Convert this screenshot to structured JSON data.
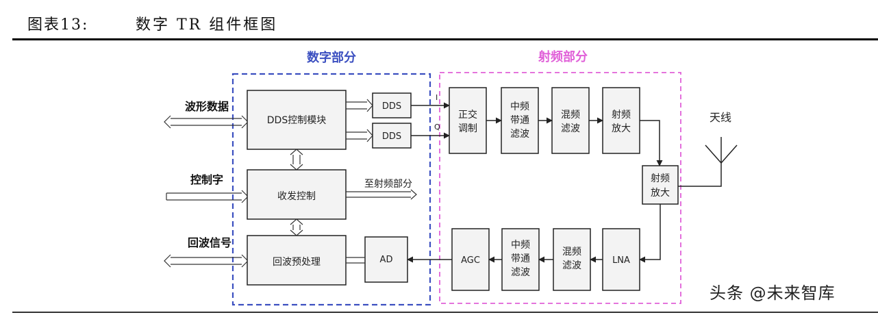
{
  "title": {
    "label": "图表13:",
    "name": "数字 TR 组件框图"
  },
  "sections": {
    "digital": "数字部分",
    "rf": "射频部分"
  },
  "colors": {
    "digital": "#3b4fc0",
    "rf": "#e060d8",
    "block_fill": "#f3f3f3",
    "line": "#222222"
  },
  "inputs": {
    "waveform": "波形数据",
    "control": "控制字",
    "echo": "回波信号"
  },
  "blocks": {
    "dds_control": "DDS控制模块",
    "dds1": "DDS",
    "dds2": "DDS",
    "txrx_control": "收发控制",
    "echo_pre": "回波预处理",
    "ad": "AD",
    "quad_l1": "正交",
    "quad_l2": "调制",
    "if_tx_l1": "中频",
    "if_tx_l2": "带通",
    "if_tx_l3": "滤波",
    "mix_tx_l1": "混频",
    "mix_tx_l2": "滤波",
    "rf_amp1_l1": "射频",
    "rf_amp1_l2": "放大",
    "rf_amp2_l1": "射频",
    "rf_amp2_l2": "放大",
    "lna": "LNA",
    "mix_rx_l1": "混频",
    "mix_rx_l2": "滤波",
    "if_rx_l1": "中频",
    "if_rx_l2": "带通",
    "if_rx_l3": "滤波",
    "agc": "AGC"
  },
  "labels": {
    "to_rf": "至射频部分",
    "antenna": "天线",
    "i": "I",
    "q": "Q"
  },
  "watermark": "头条 @未来智库"
}
